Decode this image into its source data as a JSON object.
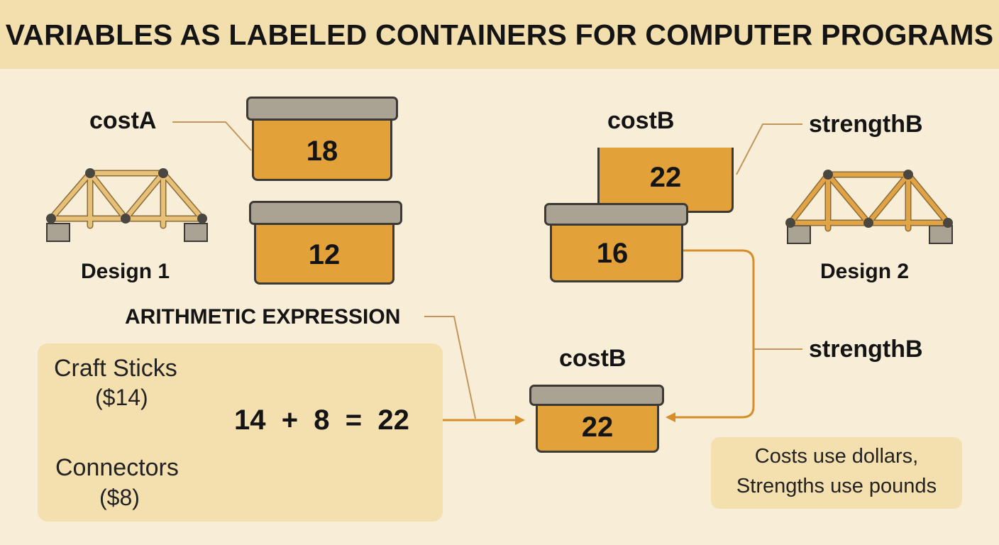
{
  "title": "VARIABLES AS LABELED CONTAINERS FOR COMPUTER PROGRAMS",
  "labels": {
    "cost_a": "costA",
    "cost_b_top": "costB",
    "strength_b_top": "strengthB",
    "strength_b_mid": "strengthB",
    "cost_b_result": "costB",
    "design_1": "Design 1",
    "design_2": "Design 2",
    "arithmetic_expression": "ARITHMETIC EXPRESSION"
  },
  "containers": {
    "cost_a_value": "18",
    "design1_second_value": "12",
    "cost_b_value": "22",
    "strength_b_value": "16",
    "result_value": "22"
  },
  "expression": {
    "input_1_name": "Craft Sticks",
    "input_1_price": "($14)",
    "input_2_name": "Connectors",
    "input_2_price": "($8)",
    "formula": "14  +  8  =  22"
  },
  "note": {
    "line_1": "Costs use dollars,",
    "line_2": "Strengths use pounds"
  },
  "colors": {
    "background": "#f8eed8",
    "title_band": "#f3dfae",
    "container": "#e3a239",
    "lid": "#aaa394",
    "arrow": "#d68e2c",
    "leader": "#c2965a",
    "bridge_wood": "#e7c078",
    "bridge_wood_2": "#e0a446"
  }
}
